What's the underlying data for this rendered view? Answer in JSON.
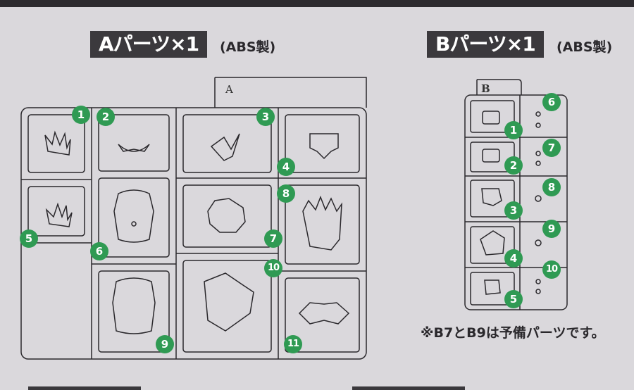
{
  "sheet_a": {
    "title": "Aパーツ×1",
    "material": "(ABS製)",
    "tag": "A",
    "badges": [
      "1",
      "2",
      "3",
      "4",
      "5",
      "6",
      "7",
      "8",
      "9",
      "10",
      "11"
    ]
  },
  "sheet_b": {
    "title": "Bパーツ×1",
    "material": "(ABS製)",
    "tag": "B",
    "badges": [
      "1",
      "2",
      "3",
      "4",
      "5",
      "6",
      "7",
      "8",
      "9",
      "10"
    ],
    "note": "※B7とB9は予備パーツです。"
  },
  "colors": {
    "badge": "#2f9a53",
    "title_bg": "#3b393d",
    "background": "#dad8dc"
  }
}
